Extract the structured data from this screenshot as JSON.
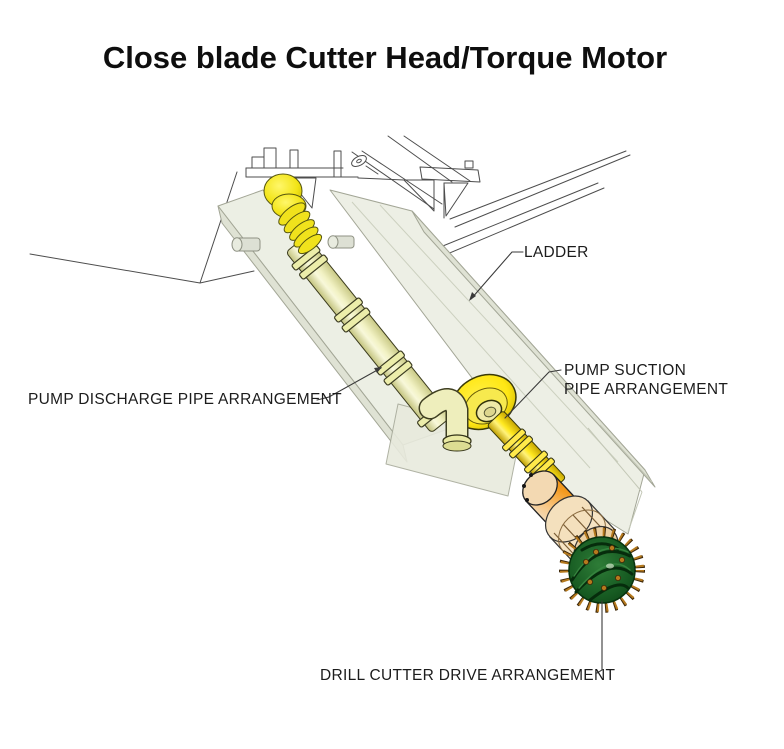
{
  "title": "Close blade Cutter Head/Torque Motor",
  "diagram": {
    "labels": {
      "ladder": "LADDER",
      "discharge": "PUMP DISCHARGE PIPE ARRANGEMENT",
      "suction_line1": "PUMP SUCTION",
      "suction_line2": "PIPE ARRANGEMENT",
      "drill": "DRILL CUTTER DRIVE ARRANGEMENT"
    },
    "colors": {
      "background": "#ffffff",
      "line_art": "#4d4d4d",
      "text": "#1c1c1c",
      "ladder_gray": "#edefe5",
      "discharge_pipe_pale_yellow": "#f2f2c4",
      "bellows_yellow": "#f0e21c",
      "pump_volute_yellow": "#ffe714",
      "suction_pipe_yellow": "#ffe920",
      "motor_orange": "#f49a1e",
      "drive_tan": "#f6e4c4",
      "cutter_green": "#175b22",
      "tooth_brown": "#b5791d"
    }
  }
}
